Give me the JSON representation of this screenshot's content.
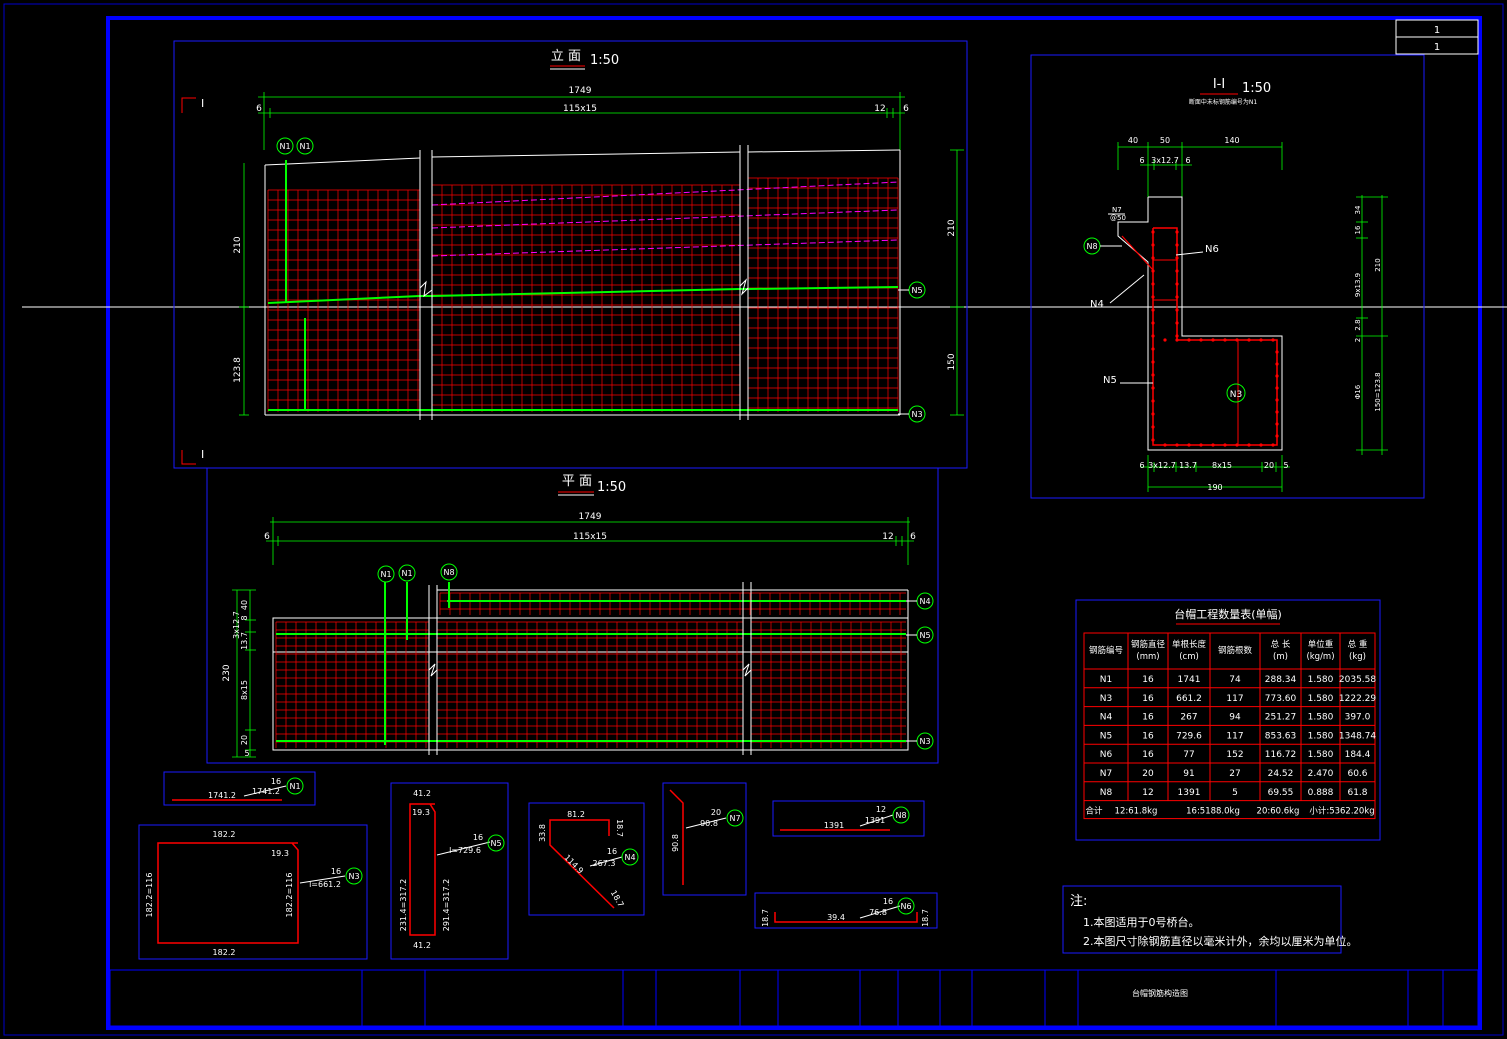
{
  "sheet": {
    "page_number": "1",
    "page_total": "1",
    "drawing_title": "台帽钢筋构造图"
  },
  "elevation": {
    "title": "立 面",
    "scale": "1:50",
    "section_mark": "I",
    "dims": {
      "total": "1749",
      "spacing": "115x15",
      "end_right": "12",
      "left_end": "6",
      "right_end": "6",
      "upper_height": "210",
      "lower_height": "123.8",
      "right_upper": "210",
      "right_lower": "150"
    },
    "labels": [
      "N1",
      "N1",
      "N5",
      "N3"
    ]
  },
  "plan": {
    "title": "平 面",
    "scale": "1:50",
    "dims": {
      "total": "1749",
      "spacing": "115x15",
      "end_right": "12",
      "left_end": "6",
      "right_end": "6",
      "total_width": "230",
      "w40": "40",
      "w8": "8",
      "w3x12": "3x12.7",
      "w13": "13.7",
      "w8x15": "8x15",
      "w20": "20",
      "w5": "5"
    },
    "labels": [
      "N1",
      "N1",
      "N8",
      "N4",
      "N5",
      "N3"
    ]
  },
  "section": {
    "title": "I-I",
    "scale": "1:50",
    "subtitle": "断面中未标钢筋编号为N1",
    "dims_top": [
      "40",
      "50",
      "140"
    ],
    "dims_top2": [
      "6",
      "3x12.7",
      "6"
    ],
    "dims_bottom": [
      "6",
      "3x12.7",
      "13.7",
      "8x15",
      "20",
      "5"
    ],
    "dim_total": "190",
    "dims_right": [
      "34",
      "16",
      "9x13.9",
      "210",
      "2.8",
      "2",
      "Φ16",
      "150=123.8"
    ],
    "n7_note": "N7\n@50",
    "labels": [
      "N8",
      "N6",
      "N4",
      "N5",
      "N3",
      "N7"
    ]
  },
  "rebar_details": {
    "n1": {
      "len1": "1741.2",
      "len2": "1741.2",
      "dia": "16",
      "id": "N1"
    },
    "n3": {
      "top": "182.2",
      "bottom": "182.2",
      "left": "182.2=116",
      "right": "182.2=116",
      "corner": "19.3",
      "total": "l=661.2",
      "dia": "16",
      "id": "N3"
    },
    "n5": {
      "top": "41.2",
      "bottom": "41.2",
      "corner": "19.3",
      "left": "231.4=317.2",
      "right": "291.4=317.2",
      "total": "l=729.6",
      "dia": "16",
      "id": "N5"
    },
    "n4": {
      "top": "81.2",
      "left": "33.8",
      "right": "18.7",
      "diag": "114.9",
      "bottom": "18.7",
      "total": "267.3",
      "dia": "16",
      "id": "N4"
    },
    "n7": {
      "len": "90.8",
      "total": "90.8",
      "dia": "20",
      "id": "N7"
    },
    "n8": {
      "len": "1391",
      "total": "1391",
      "dia": "12",
      "id": "N8"
    },
    "n6": {
      "left": "18.7",
      "mid": "39.4",
      "total": "76.8",
      "right": "18.7",
      "dia": "16",
      "id": "N6"
    }
  },
  "table": {
    "title": "台帽工程数量表(单幅)",
    "headers": [
      "钢筋编号",
      "钢筋直径\n(mm)",
      "单根长度\n(cm)",
      "钢筋根数",
      "总 长\n(m)",
      "单位重\n(kg/m)",
      "总 重\n(kg)"
    ],
    "rows": [
      [
        "N1",
        "16",
        "1741",
        "74",
        "288.34",
        "1.580",
        "2035.58"
      ],
      [
        "N3",
        "16",
        "661.2",
        "117",
        "773.60",
        "1.580",
        "1222.29"
      ],
      [
        "N4",
        "16",
        "267",
        "94",
        "251.27",
        "1.580",
        "397.0"
      ],
      [
        "N5",
        "16",
        "729.6",
        "117",
        "853.63",
        "1.580",
        "1348.74"
      ],
      [
        "N6",
        "16",
        "77",
        "152",
        "116.72",
        "1.580",
        "184.4"
      ],
      [
        "N7",
        "20",
        "91",
        "27",
        "24.52",
        "2.470",
        "60.6"
      ],
      [
        "N8",
        "12",
        "1391",
        "5",
        "69.55",
        "0.888",
        "61.8"
      ]
    ],
    "footer": {
      "label": "合计",
      "a": "12:61.8kg",
      "b": "16:5188.0kg",
      "c": "20:60.6kg",
      "d": "小计:5362.20kg"
    }
  },
  "notes": {
    "title": "注:",
    "items": [
      "1.本图适用于0号桥台。",
      "2.本图尺寸除钢筋直径以毫米计外，余均以厘米为单位。"
    ]
  },
  "colors": {
    "frame": "#0000ff",
    "panel": "#1a1aff",
    "grid": "#ff0000",
    "rebar": "#00ff00",
    "dim": "#00ff00",
    "text": "#ffffff",
    "hatch": "#ff00ff",
    "bubble": "#00ff00"
  }
}
